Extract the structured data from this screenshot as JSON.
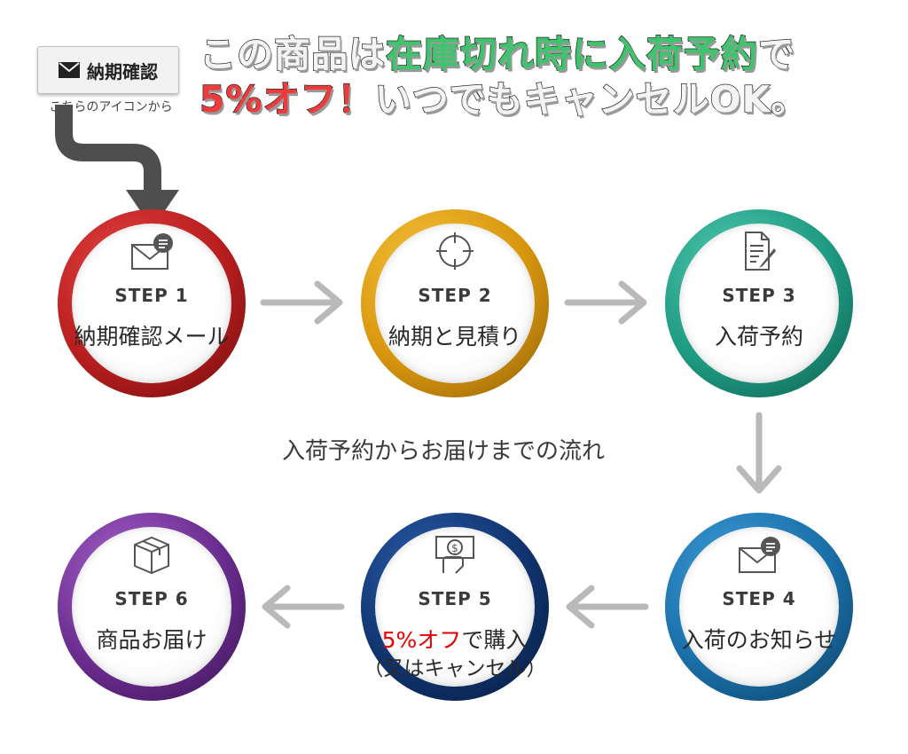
{
  "header": {
    "button_label": "納期確認",
    "button_caption": "こちらのアイコンから",
    "headline_1": {
      "prefix": "この商品は",
      "highlight": "在庫切れ時に入荷予約",
      "suffix": "で"
    },
    "headline_2": {
      "highlight": "5%オフ！",
      "suffix": "いつでもキャンセルOK。"
    }
  },
  "flow_title": "入荷予約からお届けまでの流れ",
  "colors": {
    "step1": "#b81e1e",
    "step2": "#d8960e",
    "step3": "#1f9a82",
    "step4": "#1a6fa8",
    "step5": "#10346e",
    "step6": "#6a2c8e",
    "arrow": "#b9b9b9",
    "headline_green": "#3ec46d",
    "headline_red": "#ee3b3b"
  },
  "steps": [
    {
      "num": "STEP 1",
      "name": "納期確認メール",
      "icon": "envelope-icon"
    },
    {
      "num": "STEP 2",
      "name": "納期と見積り",
      "icon": "crosshair-icon"
    },
    {
      "num": "STEP 3",
      "name": "入荷予約",
      "icon": "document-pen-icon"
    },
    {
      "num": "STEP 4",
      "name": "入荷のお知らせ",
      "icon": "envelope-icon"
    },
    {
      "num": "STEP 5",
      "name_highlight": "5%オフ",
      "name_rest": "で購入",
      "sub": "（又はキャンセル）",
      "icon": "money-hand-icon"
    },
    {
      "num": "STEP 6",
      "name": "商品お届け",
      "icon": "box-icon"
    }
  ]
}
